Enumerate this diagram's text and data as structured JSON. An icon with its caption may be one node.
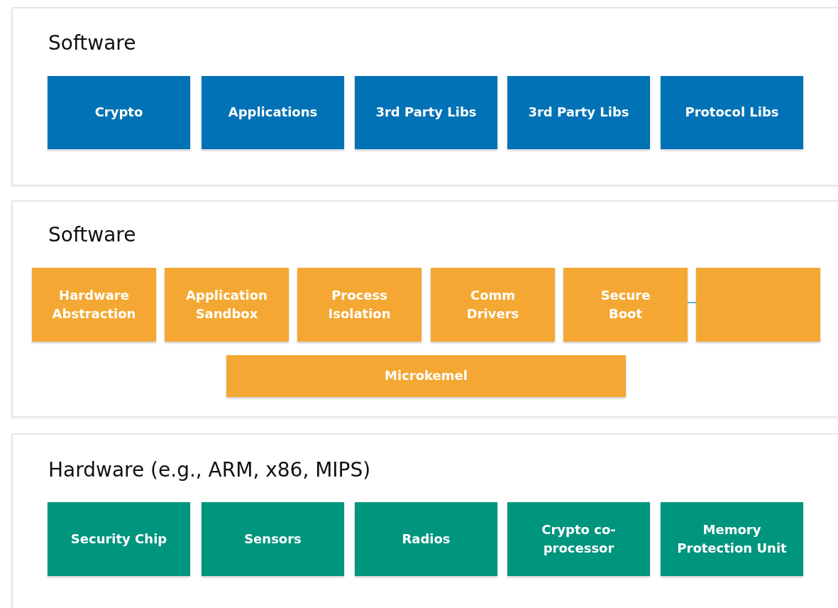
{
  "diagram": {
    "nodes": [
      {
        "text": [
          "Software"
        ]
      },
      {
        "text": [
          "Crypto"
        ],
        "in": 0
      },
      {
        "text": [
          "Applications"
        ],
        "in": 0
      },
      {
        "text": [
          "3rd Party Libs"
        ],
        "in": 0
      },
      {
        "text": [
          "3rd Party Libs"
        ],
        "in": 0
      },
      {
        "text": [
          "Protocol Libs"
        ],
        "in": 0
      },
      {
        "text": [
          "Software"
        ]
      },
      {
        "text": [
          "Hardware Abstraction"
        ],
        "in": 6
      },
      {
        "text": [
          "Application Sandbox"
        ],
        "in": 6
      },
      {
        "text": [
          "Process Isolation"
        ],
        "in": 6
      },
      {
        "text": [
          "Comm Drivers"
        ],
        "in": 6
      },
      {
        "text": [
          "Secure Boot"
        ],
        "in": 6
      },
      {
        "text": [],
        "shape": "box",
        "in": 6
      },
      {
        "text": [
          "Microkemel"
        ],
        "in": 6
      },
      {
        "text": [
          "Hardware (e.g., ARM, x86, MIPS)"
        ]
      },
      {
        "text": [
          "Security Chip"
        ],
        "in": 14
      },
      {
        "text": [
          "Sensors"
        ],
        "in": 14
      },
      {
        "text": [
          "Radios"
        ],
        "in": 14
      },
      {
        "text": [
          "Crypto co-processor"
        ],
        "in": 14
      },
      {
        "text": [
          "Memory Protection Unit"
        ],
        "in": 14
      }
    ],
    "edges": [
      {
        "from": 11,
        "to": 12,
        "arrow": "none"
      }
    ]
  }
}
